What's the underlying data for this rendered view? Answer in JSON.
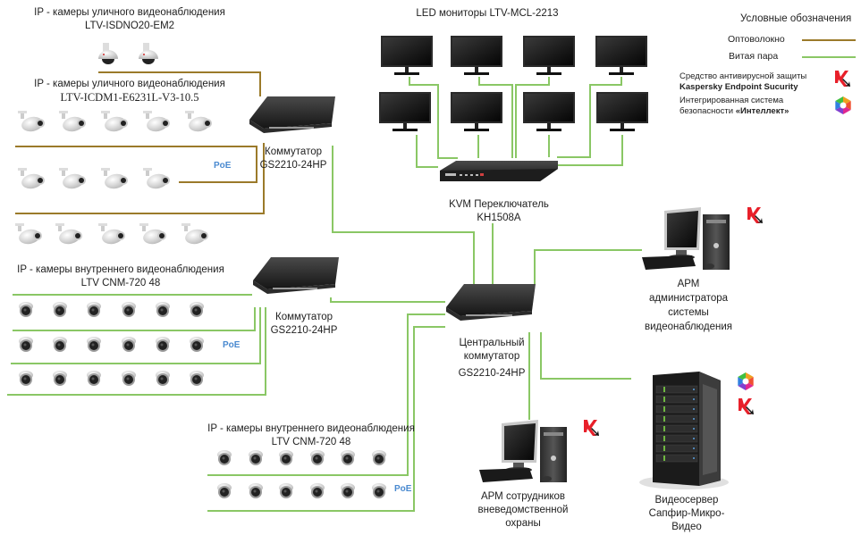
{
  "colors": {
    "fiber": "#9b7a2a",
    "twisted_pair": "#8ac765",
    "poe": "#4a8ad0",
    "kaspersky_red": "#e8202a"
  },
  "legend": {
    "title": "Условные обозначения",
    "items": [
      {
        "label": "Оптоволокно",
        "kind": "fiber"
      },
      {
        "label": "Витая пара",
        "kind": "twisted_pair"
      }
    ],
    "kaspersky": {
      "line1": "Средство антивирусной защиты",
      "line2": "Kaspersky Endpoint Sucurity",
      "icon": "kaspersky-icon"
    },
    "intellect": {
      "line1": "Интегрированная система",
      "line2_prefix": "безопасности ",
      "line2_bold": "«Интеллект»",
      "icon": "intellect-icon"
    }
  },
  "groups": {
    "ptz_cams": {
      "title": "IP - камеры уличного видеонаблюдения",
      "model": "LTV-ISDNO20-EM2",
      "count": 2
    },
    "bullet_cams": {
      "title": "IP - камеры уличного видеонаблюдения",
      "model": "LTV-ICDM1-E6231L-V3-10.5",
      "rows": [
        5,
        4,
        5
      ],
      "poe": "PoE"
    },
    "dome_cams_1": {
      "title": "IP - камеры внутреннего видеонаблюдения",
      "model": "LTV CNM-720 48",
      "rows": [
        6,
        6,
        6
      ],
      "poe": "PoE"
    },
    "dome_cams_2": {
      "title": "IP - камеры внутреннего видеонаблюдения",
      "model": "LTV CNM-720 48",
      "rows": [
        6,
        6
      ],
      "poe": "PoE"
    },
    "monitors": {
      "title": "LED мониторы LTV-MCL-2213",
      "count": 8
    }
  },
  "devices": {
    "switch_top": {
      "line1": "Коммутатор",
      "line2": "GS2210-24HP"
    },
    "switch_mid": {
      "line1": "Коммутатор",
      "line2": "GS2210-24HP"
    },
    "switch_central": {
      "line1": "Центральный",
      "line2": "коммутатор",
      "line3": "GS2210-24HP"
    },
    "kvm": {
      "line1": "KVM Переключатель",
      "line2": "KH1508A"
    },
    "arm_admin": {
      "line1": "АРМ",
      "line2": "администратора",
      "line3": "системы",
      "line4": "видеонаблюдения"
    },
    "arm_guard": {
      "line1": "АРМ сотрудников",
      "line2": "вневедомственной",
      "line3": "охраны"
    },
    "video_server": {
      "line1": "Видеосервер",
      "line2": "Сапфир-Микро-",
      "line3": "Видео"
    }
  }
}
